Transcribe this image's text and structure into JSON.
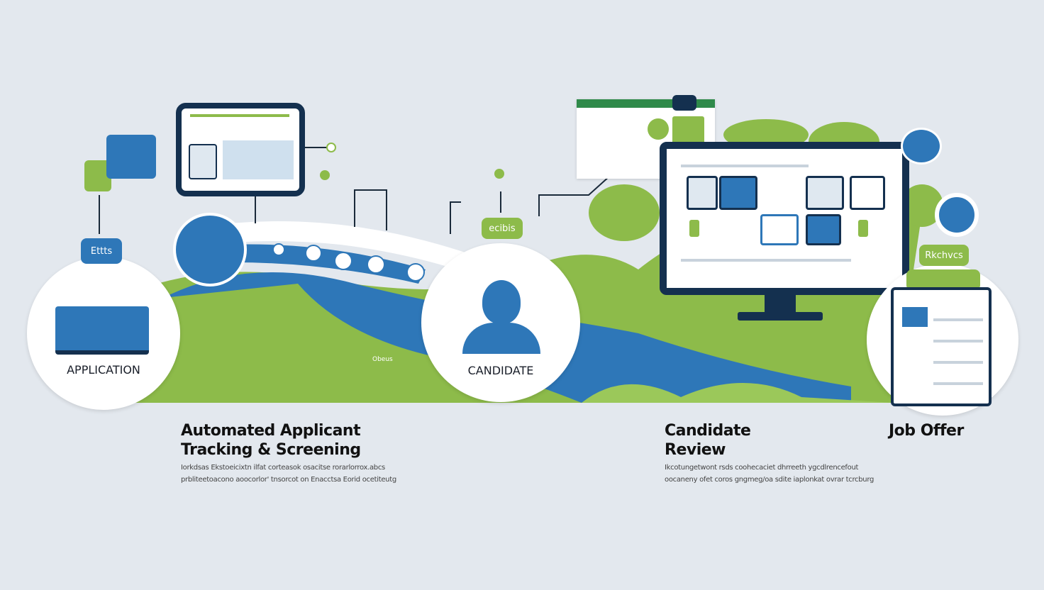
{
  "stages": [
    {
      "label": "APPLICATION",
      "tag": "Ettts"
    },
    {
      "label": "CANDIDATE",
      "tag": "ecibis"
    },
    {
      "label": "",
      "tag": "Rkchvcs"
    }
  ],
  "sections": [
    {
      "title_line1": "Automated Applicant",
      "title_line2": "Tracking & Screening",
      "body_line1": "Iorkdsas Ekstoeicixtn ilfat corteasok osacitse rorarlorrox.abcs",
      "body_line2": "prbliteetoacono aoocorlor' tnsorcot on Enacctsa Eorid ocetiteutg"
    },
    {
      "title_line1": "Candidate",
      "title_line2": "Review",
      "body_line1": "Ikcotungetwont rsds coohecaciet dhrreeth ygcdlrencefout",
      "body_line2": "oocaneny ofet coros gngmeg/oa sdite iaplonkat ovrar tcrcburg"
    },
    {
      "title_line1": "Job Offer",
      "title_line2": ""
    }
  ],
  "river_label": "Obeus",
  "colors": {
    "green": "#8dbb4a",
    "blue": "#2e77b8",
    "navy": "#14304f",
    "bg": "#e3e8ee"
  }
}
